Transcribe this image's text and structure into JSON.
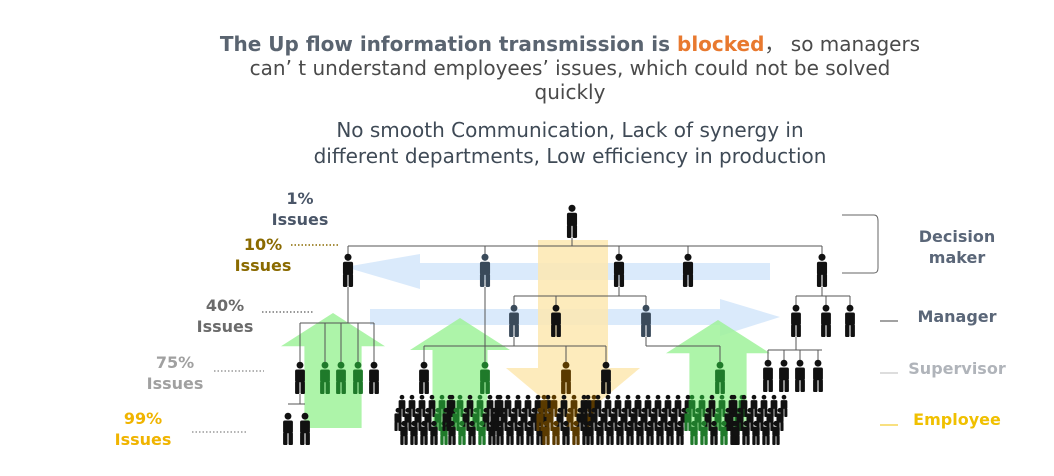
{
  "headline": {
    "line1_pre": "The Up flow information transmission is ",
    "line1_highlight": "blocked",
    "line1_post": "， so managers",
    "line2": "can’ t understand employees’   issues, which could not be solved",
    "line3": "quickly"
  },
  "subheadline": {
    "line1": "No smooth Communication, Lack of synergy in",
    "line2": "different departments, Low efficiency in production"
  },
  "levels": [
    {
      "pct": "1%",
      "issues": "Issues",
      "color": "#4a5668"
    },
    {
      "pct": "10%",
      "issues": "Issues",
      "color": "#8a6a00"
    },
    {
      "pct": "40%",
      "issues": "Issues",
      "color": "#6b6b6b"
    },
    {
      "pct": "75%",
      "issues": "Issues",
      "color": "#a0a0a0"
    },
    {
      "pct": "99%",
      "issues": "Issues",
      "color": "#f0b400"
    }
  ],
  "roles": [
    {
      "label": "Decision\nmaker",
      "color": "#5a6678"
    },
    {
      "label": "Manager",
      "color": "#5a6678"
    },
    {
      "label": "Supervisor",
      "color": "#b0b4ba"
    },
    {
      "label": "Employee",
      "color": "#f0c000"
    }
  ],
  "icons": {
    "person": "person-icon"
  },
  "colors": {
    "black": "#111111",
    "green": "#1f7a2a",
    "amber": "#5a3a00",
    "steel": "#3a4a5a",
    "arrow_green": "#9ff29a",
    "arrow_yellow": "#fde7b0",
    "arrow_blue": "#d6e8fb"
  }
}
